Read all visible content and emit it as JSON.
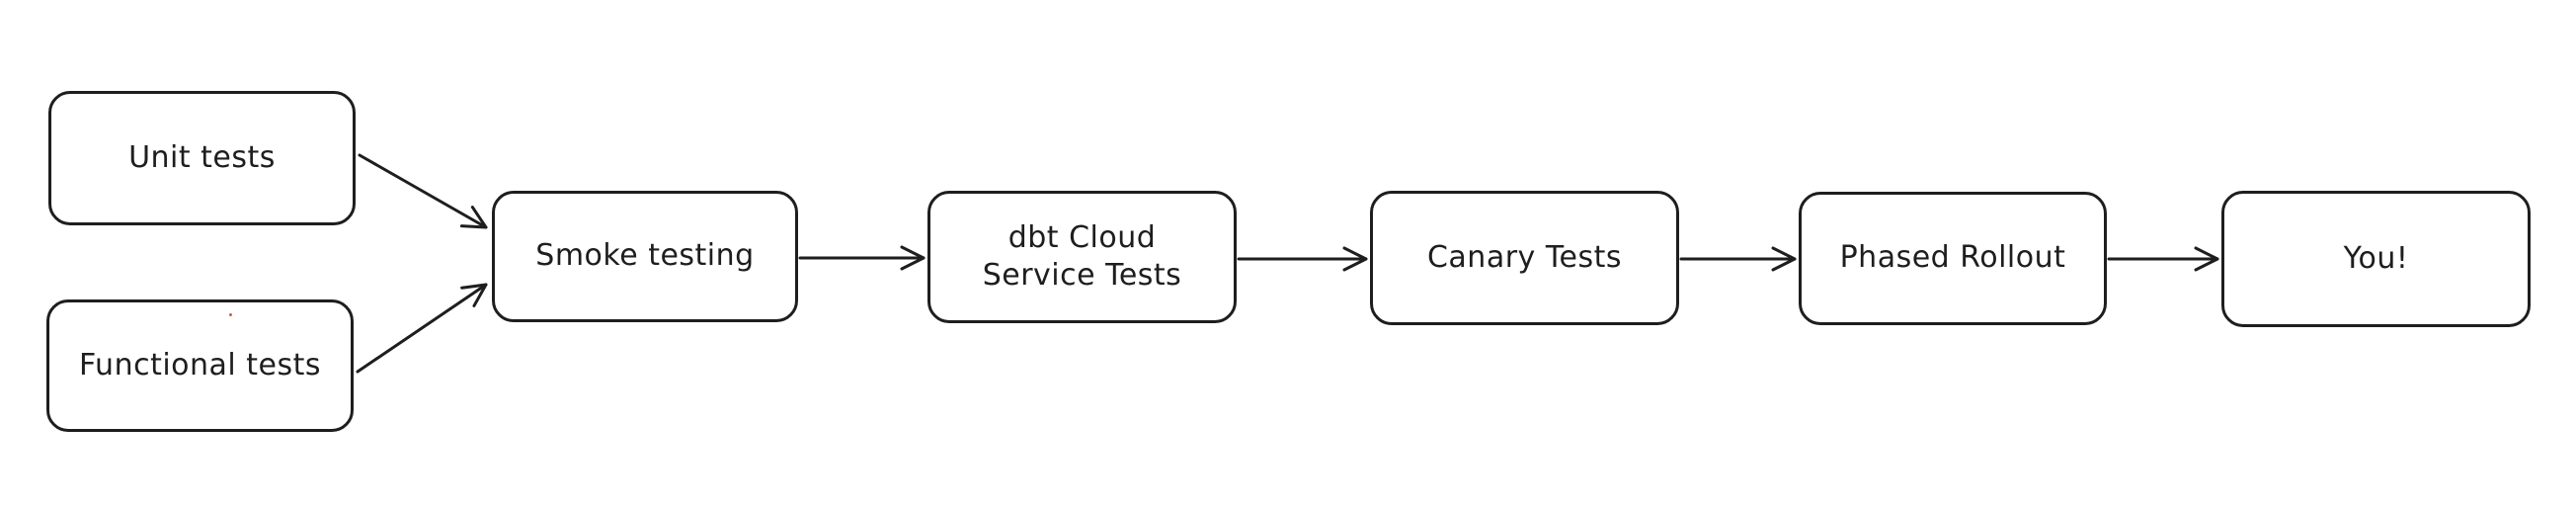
{
  "diagram": {
    "background": "#ffffff",
    "stroke_color": "#1e1e1e",
    "nodes": [
      {
        "id": "unit-tests",
        "label": "Unit tests"
      },
      {
        "id": "functional-tests",
        "label": "Functional tests"
      },
      {
        "id": "smoke-testing",
        "label": "Smoke testing"
      },
      {
        "id": "dbt-cloud-service-tests",
        "label": "dbt Cloud\nService Tests"
      },
      {
        "id": "canary-tests",
        "label": "Canary Tests"
      },
      {
        "id": "phased-rollout",
        "label": "Phased Rollout"
      },
      {
        "id": "you",
        "label": "You!"
      }
    ],
    "edges": [
      {
        "from": "unit-tests",
        "to": "smoke-testing"
      },
      {
        "from": "functional-tests",
        "to": "smoke-testing"
      },
      {
        "from": "smoke-testing",
        "to": "dbt-cloud-service-tests"
      },
      {
        "from": "dbt-cloud-service-tests",
        "to": "canary-tests"
      },
      {
        "from": "canary-tests",
        "to": "phased-rollout"
      },
      {
        "from": "phased-rollout",
        "to": "you"
      }
    ]
  }
}
